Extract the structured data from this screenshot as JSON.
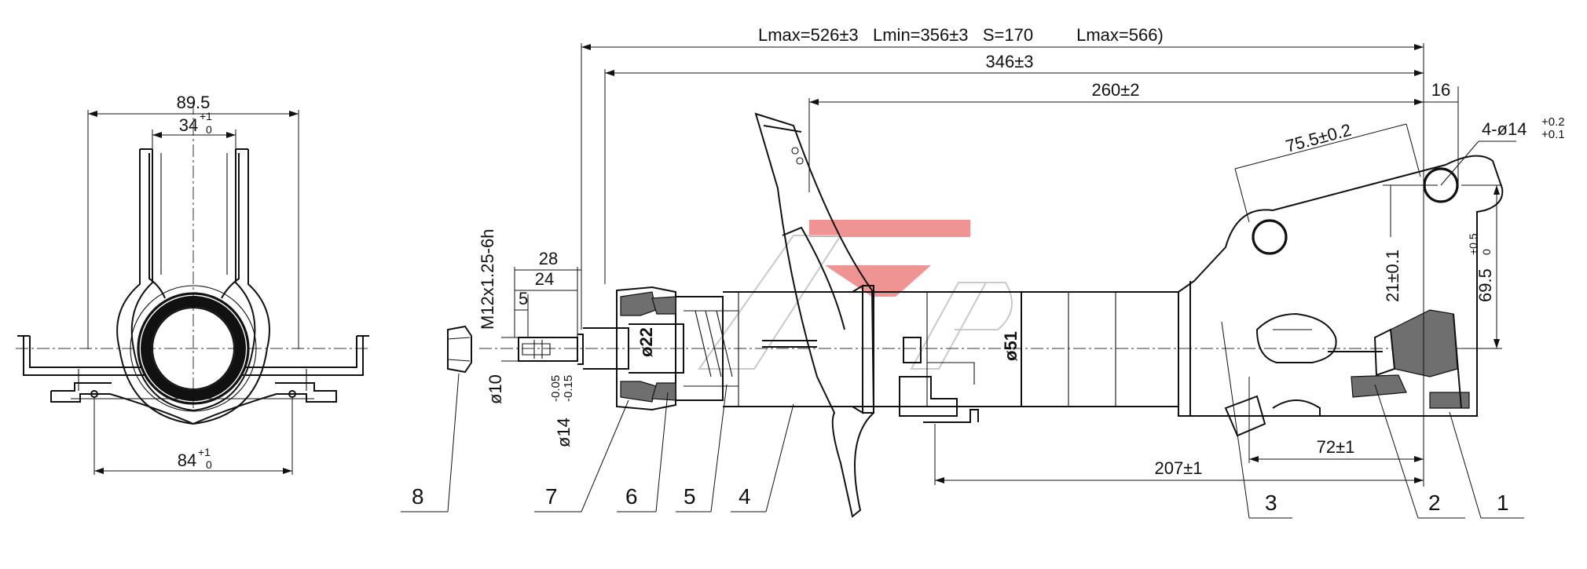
{
  "dimensions": {
    "top_line": "Lmax=526±3   Lmin=356±3   S=170         Lmax=566)",
    "overall": "346±3",
    "body": "260±2",
    "offset_16": "16",
    "holes": "4-ø14",
    "holes_tol_upper": "+0.2",
    "holes_tol_lower": "+0.1",
    "hole_spacing": "75.5±0.2",
    "height_21": "21±0.1",
    "height_69": "69.5",
    "height_69_tol_upper": "+0.5",
    "height_69_tol_lower": "0",
    "width_895": "89.5",
    "width_34": "34",
    "width_34_tol_upper": "+1",
    "width_34_tol_lower": "0",
    "width_84": "84",
    "width_84_tol_upper": "+1",
    "width_84_tol_lower": "0",
    "len_28": "28",
    "len_24": "24",
    "len_5": "5",
    "thread": "M12x1.25-6h",
    "rod_10": "ø10",
    "rod_14": "ø14",
    "rod_14_tol_upper": "-0.05",
    "rod_14_tol_lower": "-0.15",
    "dia_22": "ø22",
    "dia_51": "ø51",
    "len_207": "207±1",
    "len_72": "72±1"
  },
  "callouts": [
    "8",
    "7",
    "6",
    "5",
    "4",
    "3",
    "2",
    "1"
  ],
  "watermark": {
    "accent": "#e23b3b",
    "outline": "#c9c9c9"
  }
}
